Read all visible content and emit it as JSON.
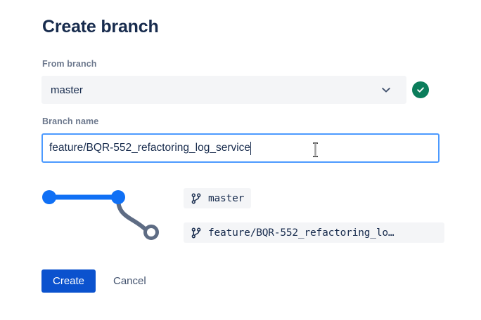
{
  "dialog": {
    "title": "Create branch"
  },
  "from_branch": {
    "label": "From branch",
    "value": "master",
    "chevron_icon": "chevron-down-icon",
    "status_icon": "success-check-icon",
    "status_color": "#0B7D5B"
  },
  "branch_name": {
    "label": "Branch name",
    "value": "feature/BQR-552_refactoring_log_service",
    "placeholder": "",
    "focus_border_color": "#4C9AFF"
  },
  "graph": {
    "node_color": "#1070F5",
    "branch_line_color": "#5E6C84",
    "nodes": [
      {
        "name": "commit-node-1",
        "filled": true
      },
      {
        "name": "commit-node-2",
        "filled": true
      },
      {
        "name": "new-branch-node",
        "filled": false
      }
    ]
  },
  "chips": [
    {
      "icon": "branch-icon",
      "label": "master"
    },
    {
      "icon": "branch-icon",
      "label": "feature/BQR-552_refactoring_lo…"
    }
  ],
  "actions": {
    "create_label": "Create",
    "cancel_label": "Cancel",
    "primary_color": "#0B52CE"
  }
}
